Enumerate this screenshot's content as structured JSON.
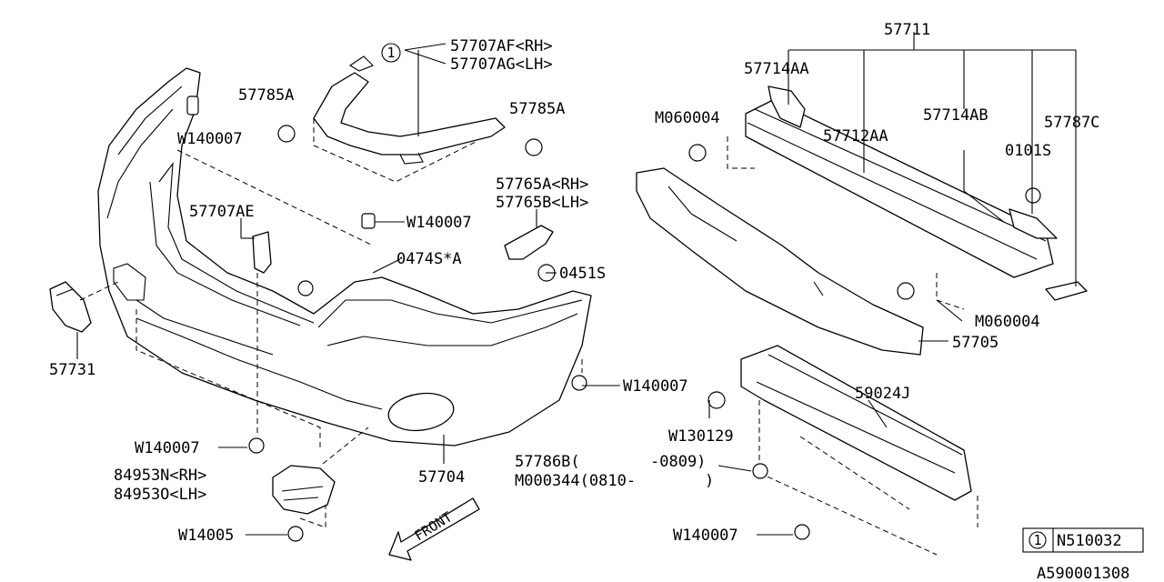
{
  "labels": {
    "p57711": "57711",
    "p57714AA": "57714AA",
    "pM060004_top": "M060004",
    "p57712AA": "57712AA",
    "p57714AB": "57714AB",
    "p57787C": "57787C",
    "p0101S": "0101S",
    "pM060004_bottom": "M060004",
    "p57705": "57705",
    "p59024J": "59024J",
    "pW130129": "W130129",
    "p57786B": "57786B(",
    "p0809": "-0809)",
    "pM000344": "M000344(0810-",
    "pParen": ")",
    "pW140007_br": "W140007",
    "p57707AF": "57707AF<RH>",
    "p57707AG": "57707AG<LH>",
    "p57785A_left": "57785A",
    "p57785A_right": "57785A",
    "pW140007_tl": "W140007",
    "p57765A": "57765A<RH>",
    "p57765B": "57765B<LH>",
    "p57707AE": "57707AE",
    "pW140007_mid": "W140007",
    "p0474S": "0474S*A",
    "p0451S": "0451S",
    "p57731": "57731",
    "pW140007_right": "W140007",
    "pW140007_bl": "W140007",
    "p57704": "57704",
    "p84953N": "84953N<RH>",
    "p84953O": "84953O<LH>",
    "pW14005": "W14005",
    "front": "FRONT",
    "ref_num": "1",
    "ref_callout": "1",
    "ref_part": "N510032",
    "diagram_id": "A590001308"
  }
}
